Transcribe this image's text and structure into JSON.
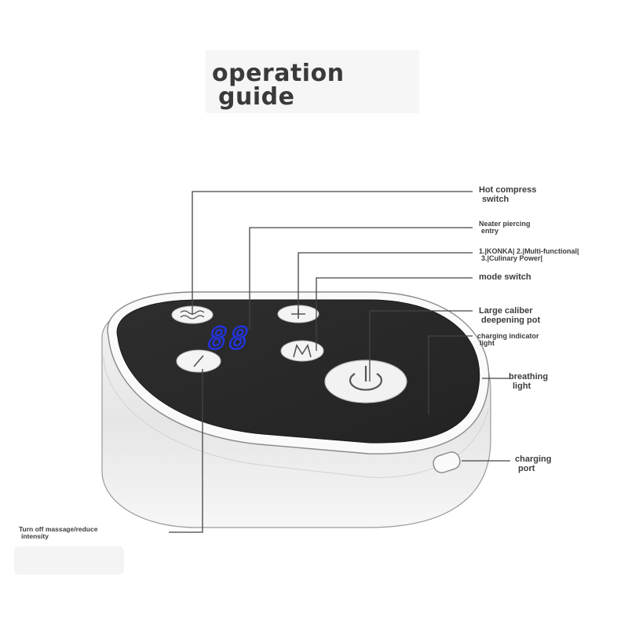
{
  "title": {
    "line1": "operation",
    "line2": "guide"
  },
  "display": {
    "digits": "88"
  },
  "labels": {
    "hot_compress": {
      "line1": "Hot compress",
      "line2": "switch"
    },
    "neater_piercing": {
      "line1": "Neater piercing",
      "line2": "entry"
    },
    "brand": {
      "line1": "1.|KONKA| 2.|Multi-functional|",
      "line2": "3.|Culinary Power|"
    },
    "mode_switch": {
      "line1": "mode switch"
    },
    "large_caliber": {
      "line1": "Large caliber",
      "line2": "deepening pot"
    },
    "charging_indicator": {
      "line1": "charging indicator",
      "line2": "light"
    },
    "breathing_light": {
      "line1": "breathing",
      "line2": "light"
    },
    "charging_port": {
      "line1": "charging",
      "line2": "port"
    },
    "turn_off": {
      "line1": "Turn off massage/reduce",
      "line2": "intensity"
    }
  },
  "colors": {
    "display_digits": "#2233d6",
    "panel": "#2b2b2b",
    "body_shell": "#ededed",
    "leader_lines": "#444444"
  },
  "icons": [
    "heat-wave-icon",
    "plus-icon",
    "m-mode-icon",
    "minus-icon",
    "power-icon"
  ]
}
